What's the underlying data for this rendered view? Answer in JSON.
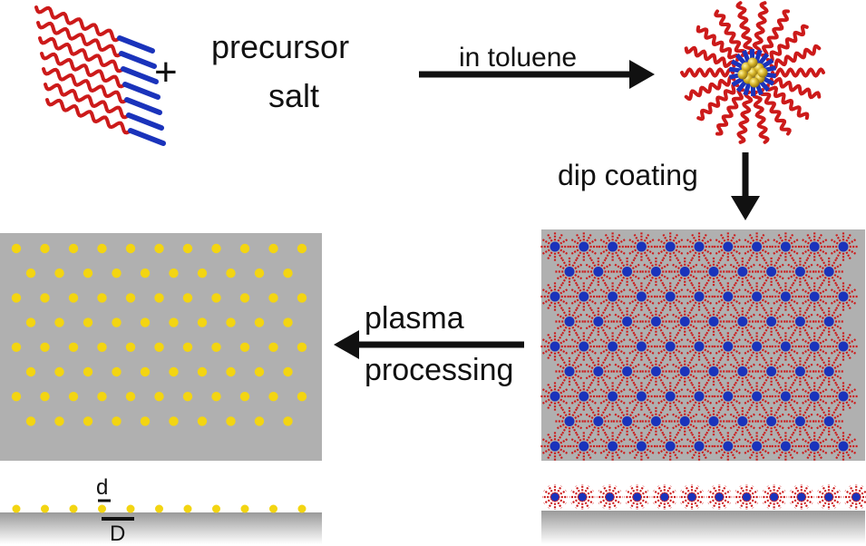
{
  "steps": {
    "plus": "+",
    "precursor_line1": "precursor",
    "precursor_line2": "salt",
    "solvent": "in toluene",
    "coating": "dip coating",
    "plasma_line1": "plasma",
    "plasma_line2": "processing"
  },
  "dimensions": {
    "particle_diameter": "d",
    "spacing": "D"
  },
  "colors": {
    "polymer_shell": "#cc1a1a",
    "polymer_core_block": "#1a33bb",
    "gold_particle": "#f3d512",
    "substrate": "#b3b3b3",
    "arrow": "#111111"
  }
}
